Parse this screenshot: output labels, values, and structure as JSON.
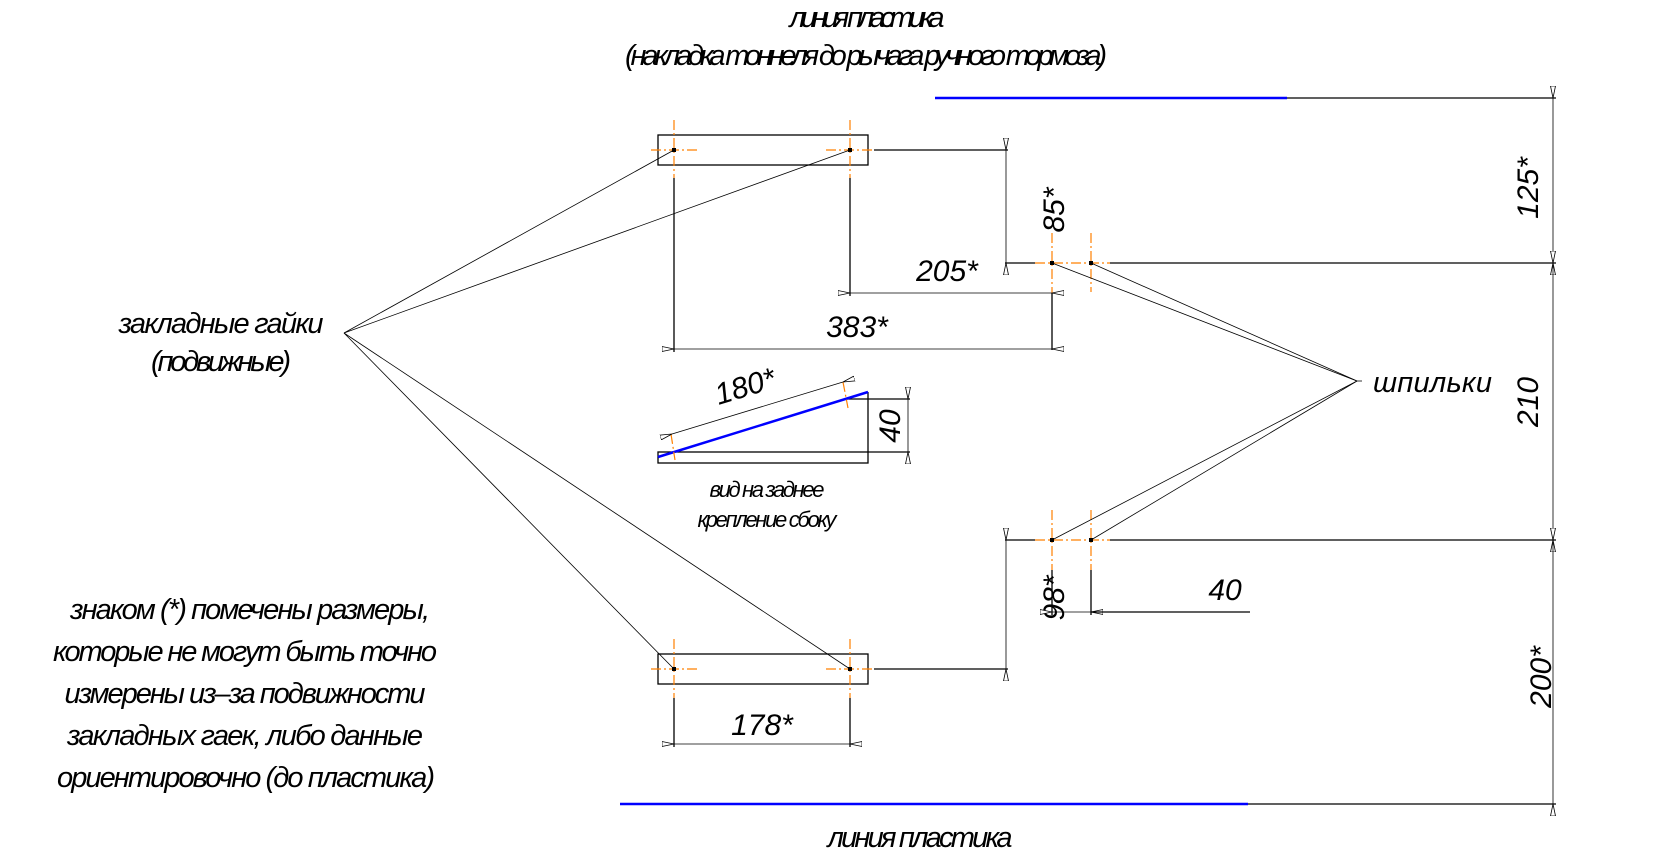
{
  "labels": {
    "top_line_title": "линия пластика",
    "top_line_subtitle": "(накладка тоннеля до рычага ручного тормоза)",
    "bottom_line_title": "линия пластика",
    "nuts_line1": "закладные гайки",
    "nuts_line2": "(подвижные)",
    "studs": "шпильки",
    "side_view_line1": "вид на заднее",
    "side_view_line2": "крепление сбоку",
    "note": [
      "знаком (*) помечены размеры,",
      "которые не могут быть точно",
      "измерены из–за подвижности",
      "закладных гаек, либо данные",
      "ориентировочно (до пластика)"
    ]
  },
  "dimensions": {
    "d85": "85*",
    "d205": "205*",
    "d383": "383*",
    "d180": "180*",
    "d40_side": "40",
    "d98": "98*",
    "d178": "178*",
    "d40_studs": "40",
    "d125": "125*",
    "d210": "210",
    "d200": "200*"
  },
  "colors": {
    "plastic_line": "#0000ff",
    "axis_line": "#ff8000"
  }
}
